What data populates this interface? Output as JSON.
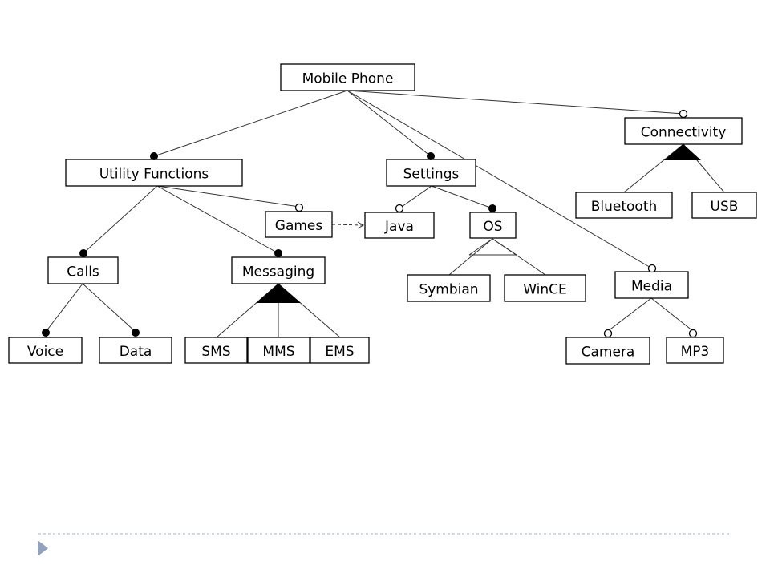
{
  "feature_model": {
    "root": "Mobile Phone",
    "features": {
      "mobile_phone": "Mobile Phone",
      "utility_functions": "Utility Functions",
      "settings": "Settings",
      "connectivity": "Connectivity",
      "bluetooth": "Bluetooth",
      "usb": "USB",
      "games": "Games",
      "java": "Java",
      "os": "OS",
      "calls": "Calls",
      "messaging": "Messaging",
      "symbian": "Symbian",
      "wince": "WinCE",
      "media": "Media",
      "voice": "Voice",
      "data": "Data",
      "sms": "SMS",
      "mms": "MMS",
      "ems": "EMS",
      "camera": "Camera",
      "mp3": "MP3"
    },
    "relations": [
      {
        "parent": "mobile_phone",
        "child": "utility_functions",
        "kind": "mandatory"
      },
      {
        "parent": "mobile_phone",
        "child": "settings",
        "kind": "mandatory"
      },
      {
        "parent": "mobile_phone",
        "child": "connectivity",
        "kind": "optional"
      },
      {
        "parent": "mobile_phone",
        "child": "media",
        "kind": "optional"
      },
      {
        "parent": "utility_functions",
        "child": "calls",
        "kind": "mandatory"
      },
      {
        "parent": "utility_functions",
        "child": "messaging",
        "kind": "mandatory"
      },
      {
        "parent": "utility_functions",
        "child": "games",
        "kind": "optional"
      },
      {
        "parent": "settings",
        "child": "java",
        "kind": "optional"
      },
      {
        "parent": "settings",
        "child": "os",
        "kind": "mandatory"
      },
      {
        "parent": "calls",
        "child": "voice",
        "kind": "mandatory"
      },
      {
        "parent": "calls",
        "child": "data",
        "kind": "mandatory"
      },
      {
        "parent": "media",
        "child": "camera",
        "kind": "optional"
      },
      {
        "parent": "media",
        "child": "mp3",
        "kind": "optional"
      }
    ],
    "groups": [
      {
        "parent": "connectivity",
        "children": [
          "bluetooth",
          "usb"
        ],
        "kind": "or"
      },
      {
        "parent": "messaging",
        "children": [
          "sms",
          "mms",
          "ems"
        ],
        "kind": "or"
      },
      {
        "parent": "os",
        "children": [
          "symbian",
          "wince"
        ],
        "kind": "alternative"
      }
    ],
    "constraints": [
      {
        "from": "games",
        "to": "java",
        "kind": "requires"
      }
    ]
  },
  "colors": {
    "footer_line": "#b7c3cc",
    "footer_arrow": "#8fa3bf"
  }
}
